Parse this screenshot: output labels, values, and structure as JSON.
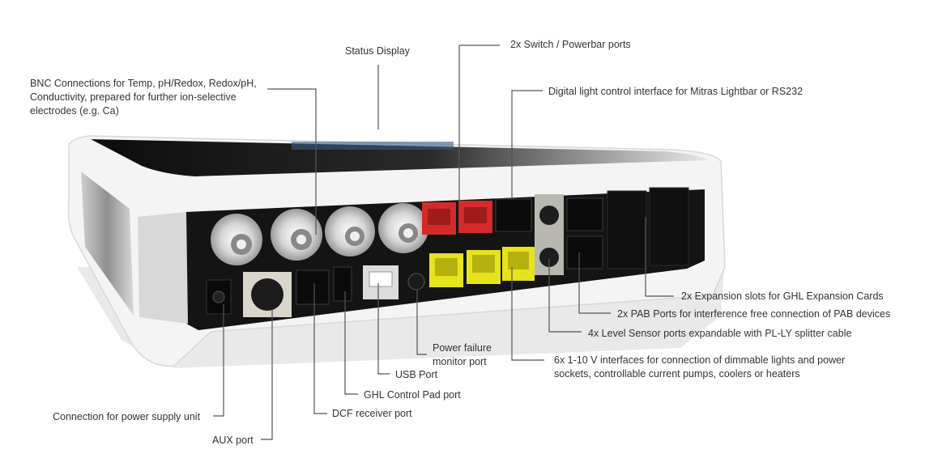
{
  "labels": {
    "status_display": "Status Display",
    "bnc": "BNC Connections for Temp, pH/Redox, Redox/pH,\nConductivity, prepared for further ion-selective\nelectrodes (e.g. Ca)",
    "switch_ports": "2x Switch / Powerbar ports",
    "digital_light": "Digital light control interface for Mitras Lightbar or RS232",
    "expansion_slots": "2x Expansion slots for GHL Expansion Cards",
    "pab_ports": "2x PAB Ports for interference free connection of PAB devices",
    "level_sensor": "4x Level Sensor ports expandable with PL-LY splitter cable",
    "interfaces_1_10v": "6x 1-10 V interfaces for connection of dimmable lights and power\nsockets, controllable current pumps, coolers or heaters",
    "power_failure": "Power failure\nmonitor port",
    "usb_port": "USB Port",
    "ghl_control_pad": "GHL Control Pad port",
    "dcf_receiver": "DCF receiver port",
    "power_supply": "Connection for power supply unit",
    "aux_port": "AUX port"
  },
  "colors": {
    "switch_port": "#d42a2a",
    "interface_port": "#e6e21e",
    "housing": "#f2f2f2",
    "panel": "#1a1a1a",
    "leader_line": "#555555"
  }
}
